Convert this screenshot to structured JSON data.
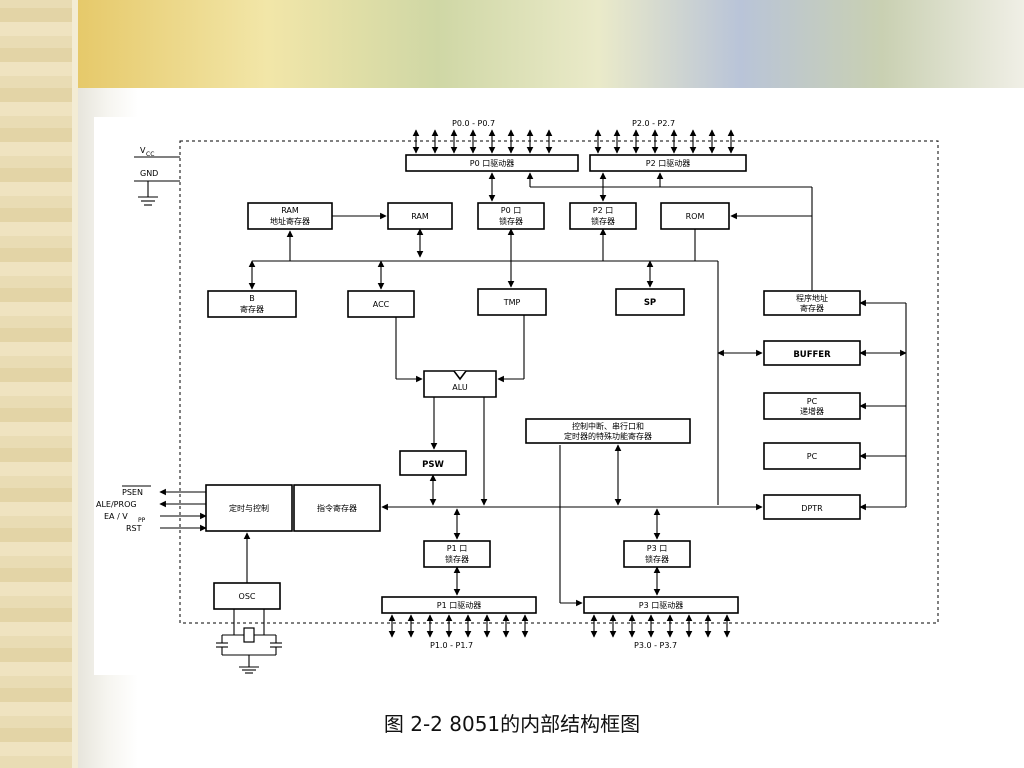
{
  "pins": {
    "vcc": "V",
    "vcc_sub": "CC",
    "gnd": "GND",
    "p0": "P0.0 - P0.7",
    "p2": "P2.0 - P2.7",
    "p1": "P1.0 - P1.7",
    "p3": "P3.0 - P3.7",
    "psen": "PSEN",
    "ale": "ALE/PROG",
    "ea": "EA / V",
    "ea_sub": "PP",
    "rst": "RST"
  },
  "blocks": {
    "p0_driver": "P0 口驱动器",
    "p2_driver": "P2 口驱动器",
    "ram_addr_l1": "RAM",
    "ram_addr_l2": "地址寄存器",
    "ram": "RAM",
    "p0_latch_l1": "P0 口",
    "p0_latch_l2": "锁存器",
    "p2_latch_l1": "P2 口",
    "p2_latch_l2": "锁存器",
    "rom": "ROM",
    "b_reg_l1": "B",
    "b_reg_l2": "寄存器",
    "acc": "ACC",
    "tmp": "TMP",
    "sp": "SP",
    "prog_addr_l1": "程序地址",
    "prog_addr_l2": "寄存器",
    "buffer": "BUFFER",
    "alu": "ALU",
    "pc_inc_l1": "PC",
    "pc_inc_l2": "递增器",
    "sfr_l1": "控制中断、串行口和",
    "sfr_l2": "定时器的特殊功能寄存器",
    "pc": "PC",
    "psw": "PSW",
    "timing": "定时与控制",
    "ir": "指令寄存器",
    "dptr": "DPTR",
    "p1_latch_l1": "P1 口",
    "p1_latch_l2": "锁存器",
    "p3_latch_l1": "P3 口",
    "p3_latch_l2": "锁存器",
    "osc": "OSC",
    "p1_driver": "P1 口驱动器",
    "p3_driver": "P3 口驱动器"
  },
  "caption": "图 2-2  8051的内部结构框图"
}
